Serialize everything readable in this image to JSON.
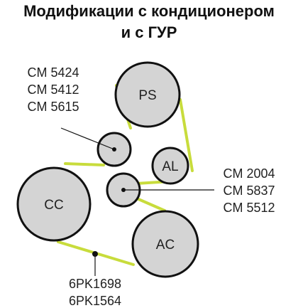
{
  "title": {
    "line1": "Модификации с кондиционером",
    "line2": "и с ГУР"
  },
  "pulleys": {
    "ps": "PS",
    "al": "AL",
    "cc": "CC",
    "ac": "AC"
  },
  "callouts": {
    "idler_upper": [
      "CM 5424",
      "CM 5412",
      "CM 5615"
    ],
    "idler_lower": [
      "CM 2004",
      "CM 5837",
      "CM 5512"
    ],
    "belt": [
      "6PK1698",
      "6PK1564"
    ]
  },
  "colors": {
    "belt": "#c8dc3c",
    "pulley_fill": "#d4d4d4",
    "outline": "#111111"
  }
}
